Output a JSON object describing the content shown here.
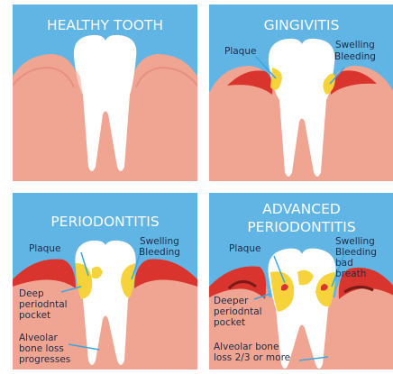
{
  "panels": [
    {
      "title": "HEALTHY TOOTH",
      "labels": []
    },
    {
      "title": "GINGIVITIS",
      "labels": [
        "Plaque",
        "Swelling",
        "Bleeding"
      ]
    },
    {
      "title": "PERIODONTITIS",
      "labels": [
        "Plaque",
        "Swelling",
        "Bleeding",
        "Deep",
        "periodntal",
        "pocket",
        "Alveolar",
        "bone loss",
        "progresses"
      ]
    },
    {
      "title": [
        "ADVANCED",
        "PERIODONTITIS"
      ],
      "labels": [
        "Plaque",
        "Swelling",
        "Bleeding",
        "bad",
        "breath",
        "Deeper",
        "periodntal",
        "pocket",
        "Alveolar bone",
        "loss 2/3 or more"
      ]
    }
  ],
  "colors": {
    "background": "#61b5e5",
    "gum": "#f0a593",
    "gum_dark": "#e07c6d",
    "gum_red": "#d9352e",
    "plaque": "#f6d33a",
    "tooth": "#ffffff",
    "pointer": "#3aa6e0"
  }
}
